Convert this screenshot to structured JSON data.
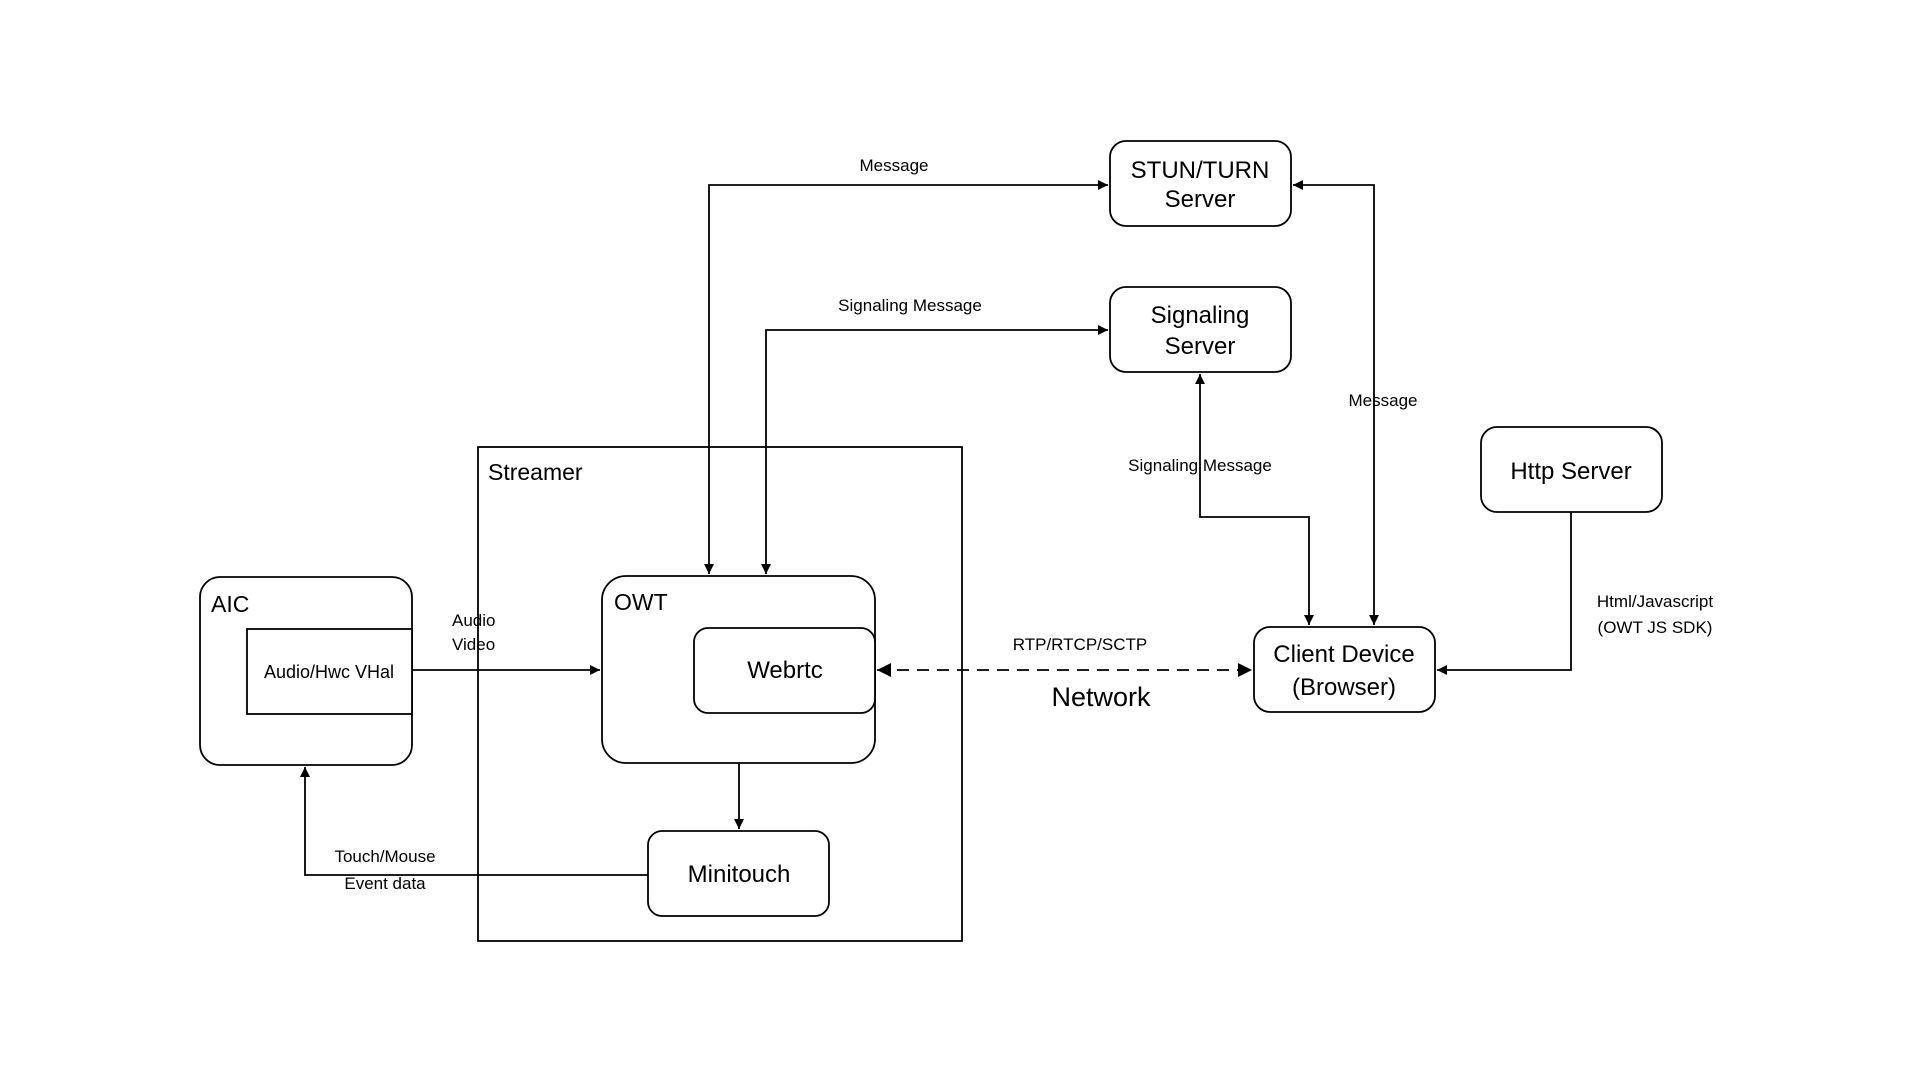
{
  "nodes": {
    "aic": {
      "title": "AIC",
      "inner": "Audio/Hwc VHal"
    },
    "streamer": {
      "title": "Streamer"
    },
    "owt": {
      "title": "OWT"
    },
    "webrtc": {
      "label": "Webrtc"
    },
    "minitouch": {
      "label": "Minitouch"
    },
    "stun_turn": {
      "line1": "STUN/TURN",
      "line2": "Server"
    },
    "signaling": {
      "line1": "Signaling",
      "line2": "Server"
    },
    "http_server": {
      "label": "Http Server"
    },
    "client": {
      "line1": "Client Device",
      "line2": "(Browser)"
    }
  },
  "edges": {
    "owt_stun": {
      "label": "Message"
    },
    "owt_signaling": {
      "label": "Signaling Message"
    },
    "client_signaling": {
      "label": "Signaling Message"
    },
    "client_stun": {
      "label": "Message"
    },
    "aic_owt": {
      "line1": "Audio",
      "line2": "Video"
    },
    "webrtc_client": {
      "label": "RTP/RTCP/SCTP",
      "sublabel": "Network"
    },
    "http_client": {
      "line1": "Html/Javascript",
      "line2": "(OWT JS SDK)"
    },
    "minitouch_aic": {
      "line1": "Touch/Mouse",
      "line2": "Event data"
    }
  },
  "colors": {
    "stroke": "#000000",
    "background": "#ffffff"
  }
}
